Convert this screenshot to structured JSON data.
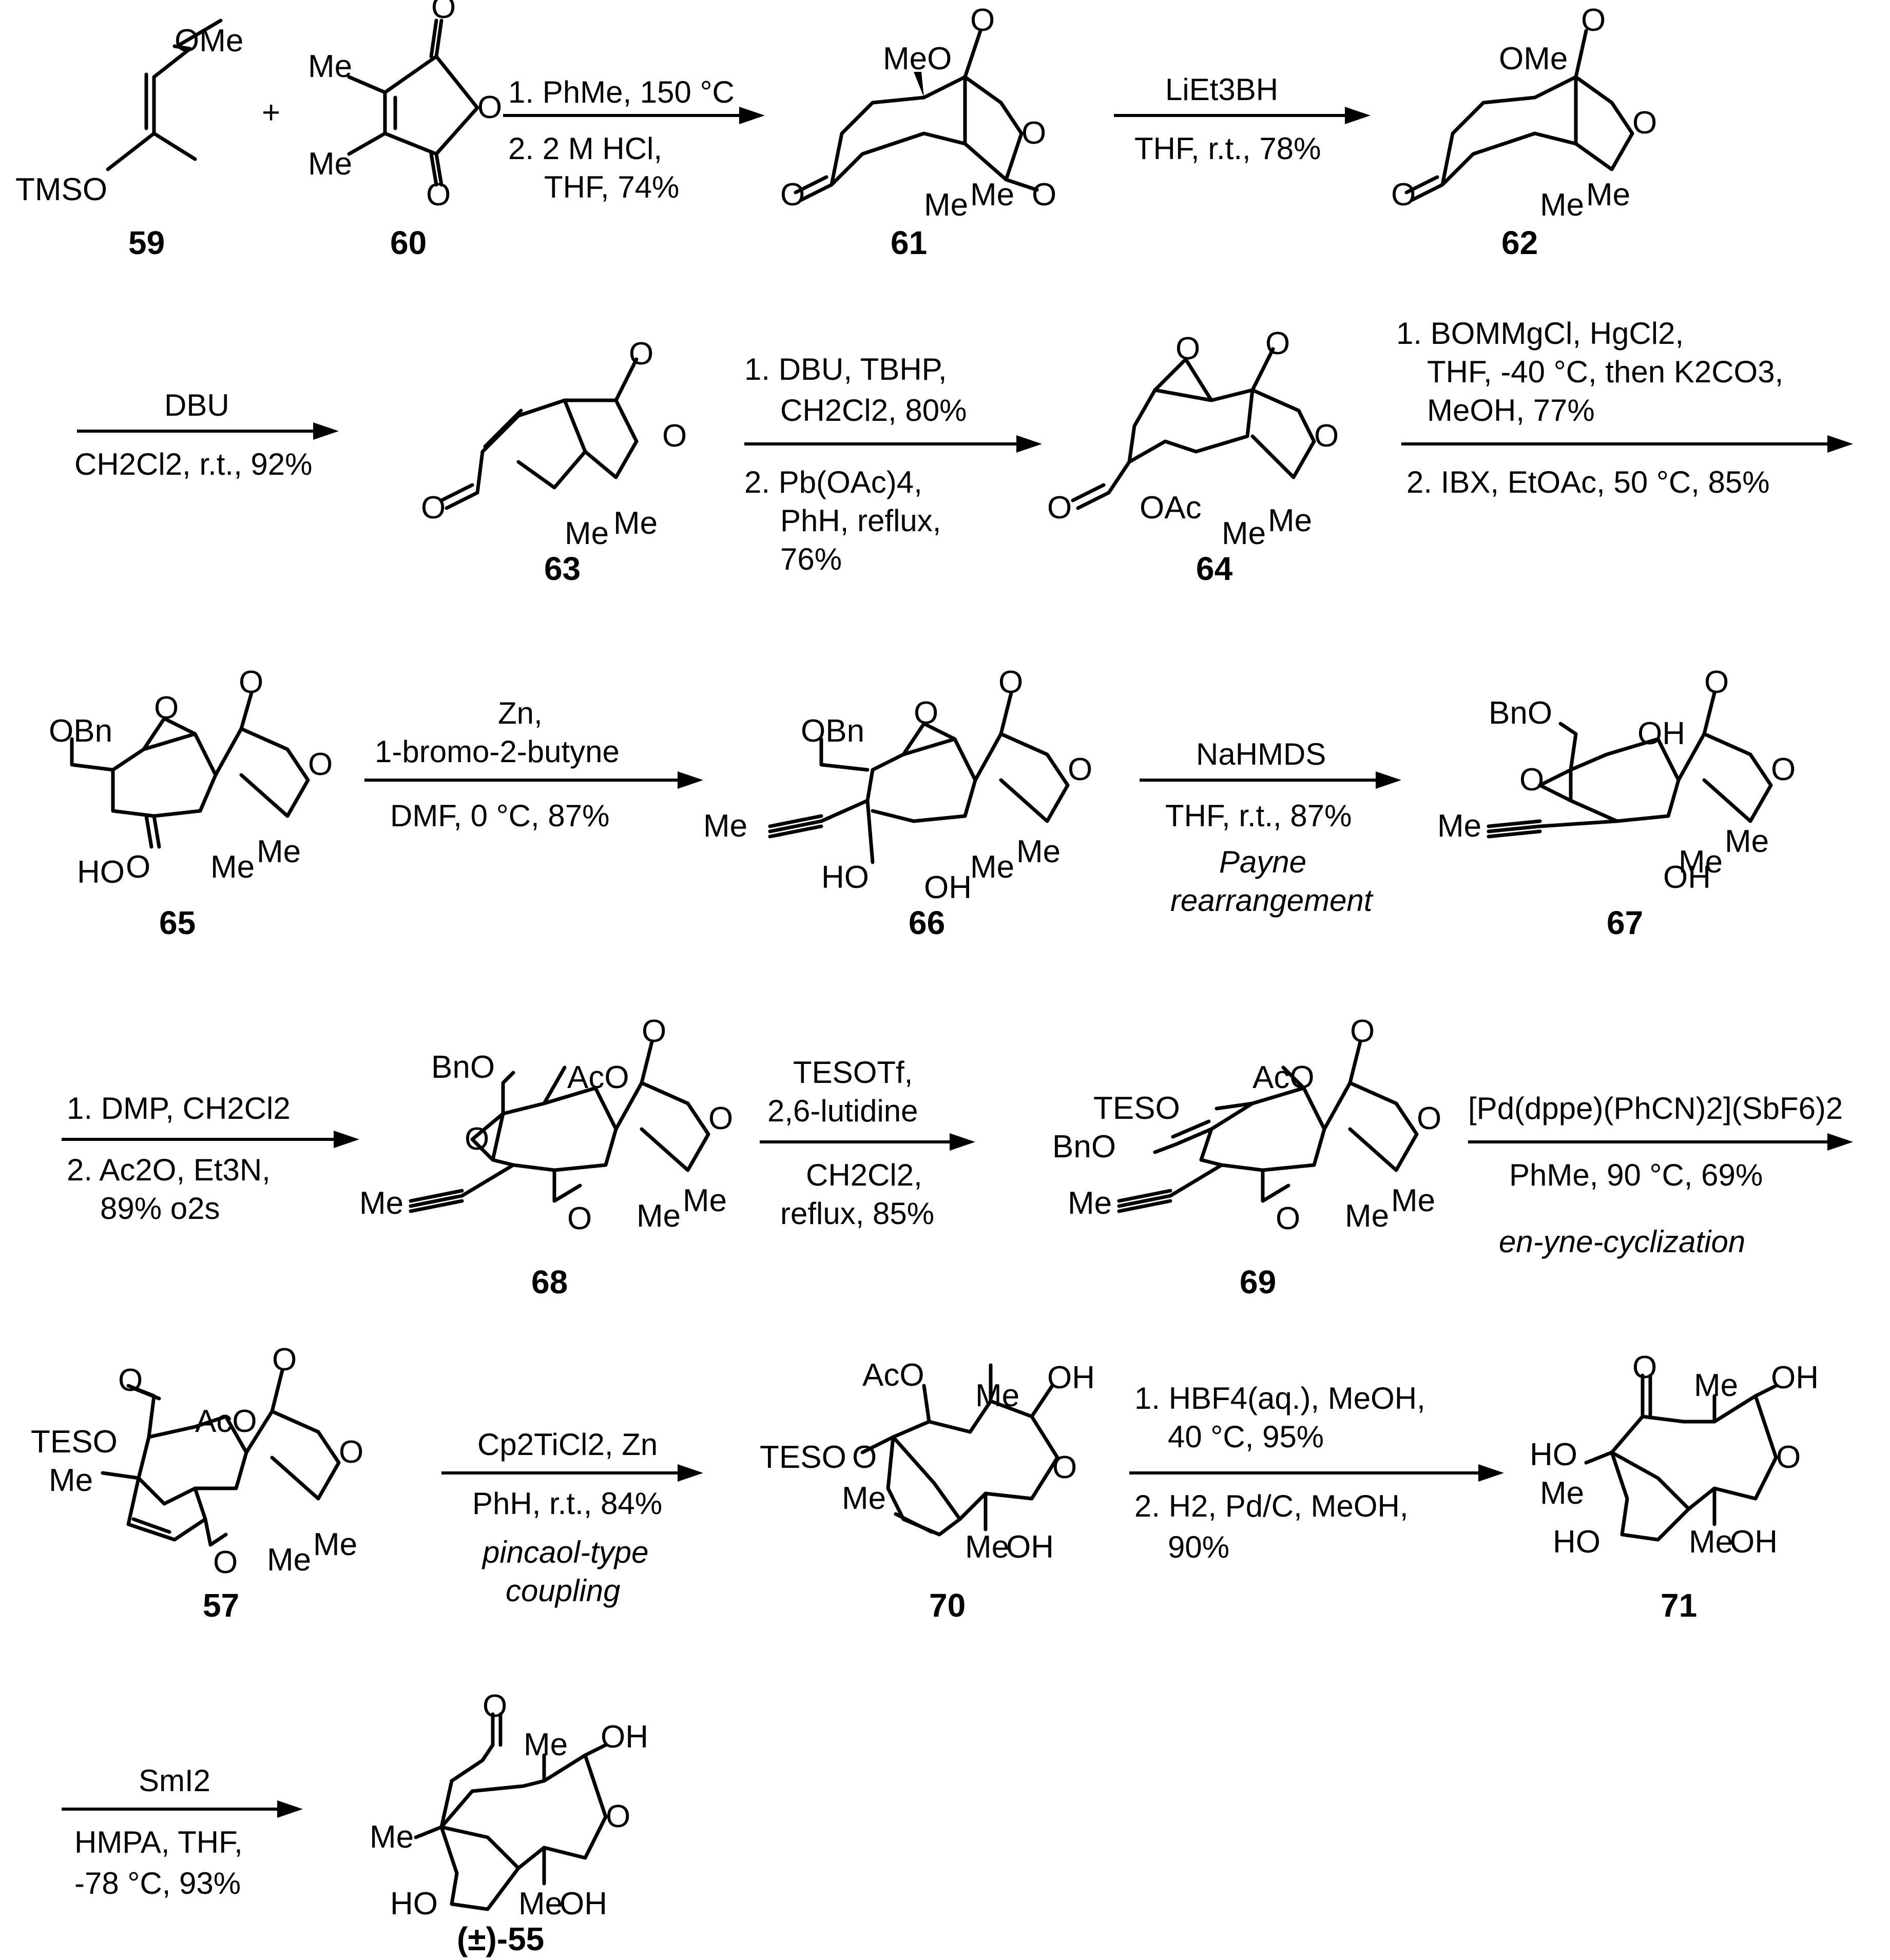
{
  "compounds": {
    "c59": "59",
    "c60": "60",
    "c61": "61",
    "c62": "62",
    "c63": "63",
    "c64": "64",
    "c65": "65",
    "c66": "66",
    "c67": "67",
    "c68": "68",
    "c69": "69",
    "c57": "57",
    "c70": "70",
    "c71": "71",
    "c55": "(±)-55"
  },
  "atoms": {
    "ome": "OMe",
    "tmso": "TMSO",
    "me": "Me",
    "o": "O",
    "meo": "MeO",
    "ac_o": "OAc",
    "obn": "OBn",
    "ho": "HO",
    "oh": "OH",
    "bno": "BnO",
    "aco": "AcO",
    "teso": "TESO",
    "plus": "+"
  },
  "steps": {
    "s1": {
      "l1": "1. PhMe, 150 °C",
      "l2": "2. 2 M HCl,",
      "l3": "THF, 74%"
    },
    "s2": {
      "top": "LiEt3BH",
      "bottom": "THF, r.t., 78%"
    },
    "s3": {
      "top": "DBU",
      "bottom": "CH2Cl2, r.t., 92%"
    },
    "s4": {
      "l1": "1. DBU, TBHP,",
      "l2": "CH2Cl2, 80%",
      "l3": "2. Pb(OAc)4,",
      "l4": "PhH, reflux,",
      "l5": "76%"
    },
    "s5": {
      "l1": "1. BOMMgCl, HgCl2,",
      "l2": "THF, -40 °C, then K2CO3,",
      "l3": "MeOH, 77%",
      "l4": "2. IBX, EtOAc, 50 °C, 85%"
    },
    "s6": {
      "l1": "Zn,",
      "l2": "1-bromo-2-butyne",
      "l3": "DMF, 0 °C, 87%"
    },
    "s7": {
      "top": "NaHMDS",
      "bottom": "THF, r.t., 87%",
      "name1": "Payne",
      "name2": "rearrangement"
    },
    "s8": {
      "l1": "1. DMP, CH2Cl2",
      "l2": "2. Ac2O, Et3N,",
      "l3": "89% o2s"
    },
    "s9": {
      "l1": "TESOTf,",
      "l2": "2,6-lutidine",
      "l3": "CH2Cl2,",
      "l4": "reflux, 85%"
    },
    "s10": {
      "top": "[Pd(dppe)(PhCN)2](SbF6)2",
      "bottom": "PhMe, 90 °C, 69%",
      "name": "en-yne-cyclization"
    },
    "s11": {
      "top": "Cp2TiCl2, Zn",
      "bottom": "PhH, r.t., 84%",
      "name1": "pincaol-type",
      "name2": "coupling"
    },
    "s12": {
      "l1": "1. HBF4(aq.), MeOH,",
      "l2": "40 °C, 95%",
      "l3": "2. H2, Pd/C, MeOH,",
      "l4": "90%"
    },
    "s13": {
      "top": "SmI2",
      "l2": "HMPA, THF,",
      "l3": "-78 °C, 93%"
    }
  }
}
